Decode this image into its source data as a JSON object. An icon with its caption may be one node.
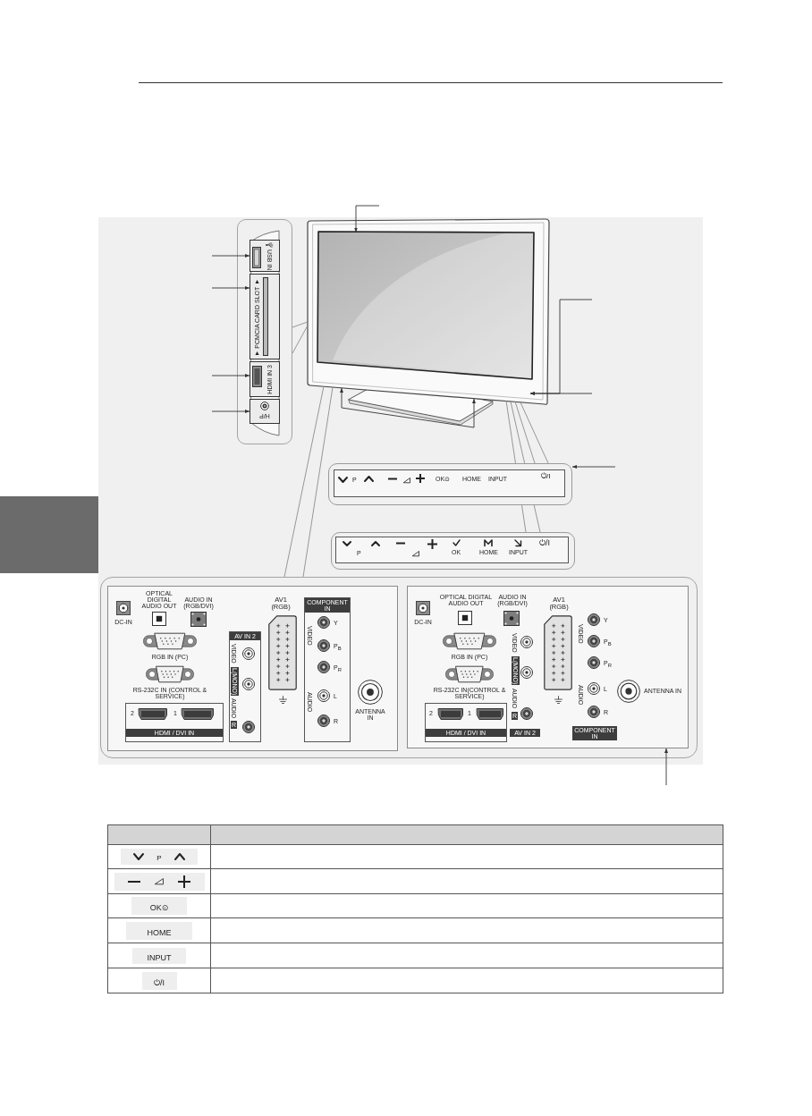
{
  "diagram": {
    "nodes": [
      {
        "text": [],
        "shape": "box"
      },
      {
        "text": [
          "USB IN"
        ],
        "in": 0
      },
      {
        "text": [
          "▼ PCMCIA CARD SLOT ▼"
        ],
        "in": 0
      },
      {
        "text": [
          "HDMI IN 3"
        ],
        "in": 0
      },
      {
        "text": [
          "H/P"
        ],
        "in": 0
      },
      {
        "text": [],
        "shape": "picture"
      },
      {
        "text": [],
        "shape": "box",
        "in": 5
      },
      {
        "text": [
          "P",
          "OK⊙",
          "HOME",
          "INPUT",
          "⏻/I"
        ]
      },
      {
        "text": [
          "P",
          "OK",
          "HOME",
          "INPUT",
          "⏻/I"
        ]
      },
      {
        "text": [],
        "shape": "box"
      },
      {
        "text": [
          "DC-IN",
          "OPTICAL DIGITAL AUDIO OUT",
          "AUDIO IN (RGB/DVI)",
          "RGB IN (PC)",
          "RS-232C IN (CONTROL & SERVICE)",
          "AV1 (RGB)",
          "ANTENNA IN"
        ],
        "in": 9
      },
      {
        "text": [
          "AV IN 2",
          "VIDEO",
          "L(MONO)",
          "AUDIO",
          "R"
        ],
        "in": 10
      },
      {
        "text": [
          "COMPONENT IN",
          "VIDEO",
          "Y",
          "P$_{B}$",
          "P$_{R}$",
          "AUDIO",
          "L",
          "R"
        ],
        "in": 10
      },
      {
        "text": [
          "2",
          "1",
          "HDMI / DVI IN"
        ],
        "in": 10
      },
      {
        "text": [
          "DC-IN",
          "OPTICAL DIGITAL AUDIO OUT",
          "AUDIO IN (RGB/DVI)",
          "RGB IN (PC)",
          "VIDEO",
          "L(MONO)",
          "AUDIO",
          "R",
          "RS-232C IN(CONTROL & SERVICE)",
          "AV1 (RGB)",
          "VIDEO",
          "Y",
          "P$_{B}$",
          "P$_{R}$",
          "AUDIO",
          "L",
          "R",
          "ANTENNA IN",
          "AV IN 2",
          "COMPONENT IN"
        ],
        "in": 9
      },
      {
        "text": [
          "2",
          "1",
          "HDMI / DVI IN"
        ],
        "in": 14
      },
      {
        "text": [],
        "shape": "box"
      }
    ],
    "edges": [
      {
        "from": null,
        "to": 6,
        "arrow": "to"
      },
      {
        "from": null,
        "to": 1,
        "arrow": "to"
      },
      {
        "from": null,
        "to": 2,
        "arrow": "to"
      },
      {
        "from": null,
        "to": 3,
        "arrow": "to"
      },
      {
        "from": null,
        "to": 4,
        "arrow": "to"
      },
      {
        "from": 5,
        "to": 0,
        "arrow": "none",
        "color": "#8c8c8c"
      },
      {
        "from": 5,
        "to": 0,
        "arrow": "none",
        "color": "#8c8c8c"
      },
      {
        "from": null,
        "to": 5,
        "arrow": "to"
      },
      {
        "from": null,
        "to": 5,
        "arrow": "to"
      },
      {
        "from": null,
        "to": 5,
        "arrow": "to"
      },
      {
        "from": null,
        "to": 5,
        "arrow": "to"
      },
      {
        "from": 5,
        "to": 7,
        "arrow": "none",
        "color": "#8c8c8c"
      },
      {
        "from": 5,
        "to": 7,
        "arrow": "none",
        "color": "#8c8c8c"
      },
      {
        "from": null,
        "to": 7,
        "arrow": "to"
      },
      {
        "from": 5,
        "to": 8,
        "arrow": "none",
        "color": "#8c8c8c"
      },
      {
        "from": 5,
        "to": 8,
        "arrow": "none",
        "color": "#8c8c8c"
      },
      {
        "from": 5,
        "to": 9,
        "arrow": "none",
        "color": "#8c8c8c"
      },
      {
        "from": 5,
        "to": 9,
        "arrow": "none",
        "color": "#8c8c8c"
      },
      {
        "from": null,
        "to": 14,
        "arrow": "to"
      }
    ],
    "labels": [
      "P",
      "OK⊙",
      "HOME",
      "INPUT",
      "⏻/I"
    ]
  }
}
